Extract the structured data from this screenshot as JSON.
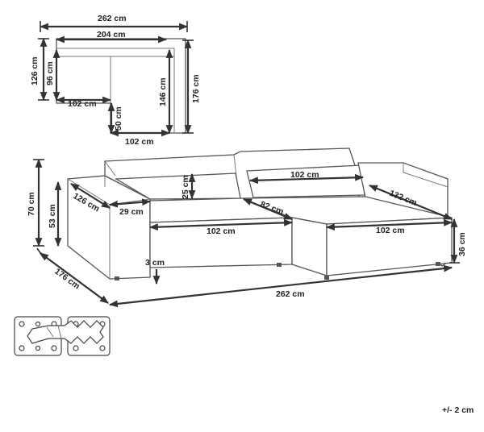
{
  "top_view": {
    "overall_width": "262 cm",
    "seat_width": "204 cm",
    "depth_left": "126 cm",
    "inner_depth_left": "96 cm",
    "inner_width": "102 cm",
    "chaise_inner_depth": "146 cm",
    "chaise_step": "50 cm",
    "chaise_width": "102 cm",
    "overall_depth": "176 cm"
  },
  "perspective": {
    "height": "70 cm",
    "armrest_height": "53 cm",
    "armrest_depth": "126 cm",
    "armrest_width": "29 cm",
    "backrest_height": "25 cm",
    "back_cushion_width": "102 cm",
    "seat_depth": "82 cm",
    "chaise_length": "132 cm",
    "seat_width": "102 cm",
    "chaise_seat_width": "102 cm",
    "seat_height": "36 cm",
    "leg_height": "3 cm",
    "depth": "176 cm",
    "width": "262 cm"
  },
  "tolerance": "+/- 2 cm"
}
